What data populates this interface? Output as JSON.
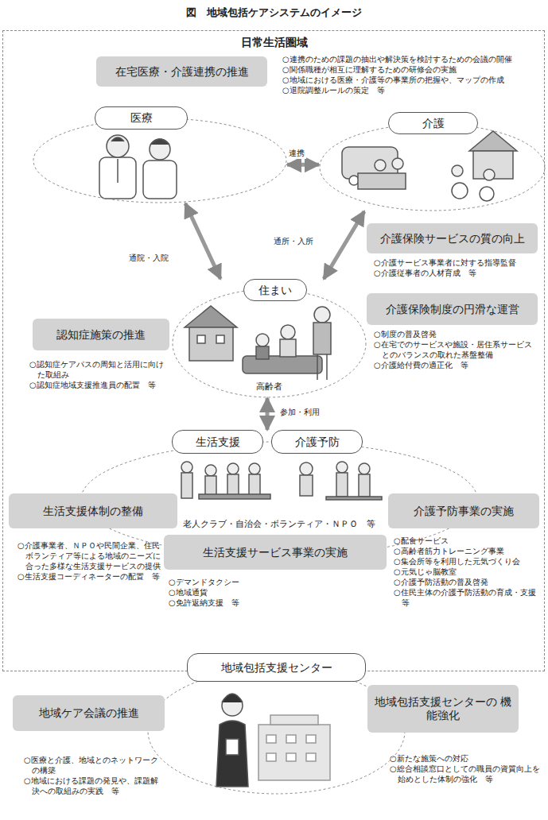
{
  "diagram": {
    "title": "図　地域包括ケアシステムのイメージ",
    "nodes": [
      {
        "text": [
          "日常生活圏域"
        ]
      },
      {
        "text": [
          "在宅医療・介護連携の推進"
        ],
        "in": 0
      },
      {
        "text": [
          "医療"
        ],
        "in": 0
      },
      {
        "text": [
          "介護"
        ],
        "in": 0
      },
      {
        "text": [
          "介護保険サービスの質の向上"
        ],
        "in": 0
      },
      {
        "text": [
          "住まい",
          "高齢者"
        ],
        "in": 0
      },
      {
        "text": [
          "介護保険制度の円滑な運営"
        ],
        "in": 0
      },
      {
        "text": [
          "認知症施策の推進"
        ],
        "in": 0
      },
      {
        "text": [
          "生活支援",
          "介護予防",
          "老人クラブ・自治会・ボランティア・ＮＰＯ　等"
        ],
        "in": 0
      },
      {
        "text": [
          "生活支援体制の整備"
        ],
        "in": 0
      },
      {
        "text": [
          "介護予防事業の実施"
        ],
        "in": 0
      },
      {
        "text": [
          "生活支援サービス事業の実施"
        ],
        "in": 0
      },
      {
        "text": [
          "地域包括支援センター"
        ]
      },
      {
        "text": [
          "地域ケア会議の推進"
        ]
      },
      {
        "text": [
          "地域包括支援センターの 機能強化"
        ]
      }
    ],
    "edges": [
      {
        "from": 2,
        "to": 3,
        "label": "連携",
        "arrow": "both"
      },
      {
        "from": 2,
        "to": 5,
        "label": "通院・入院",
        "arrow": "both"
      },
      {
        "from": 3,
        "to": 5,
        "label": "通所・入所",
        "arrow": "both"
      },
      {
        "from": 5,
        "to": 8,
        "label": "参加・利用",
        "arrow": "both"
      }
    ],
    "labels": [
      "○連携のための課題の抽出や解決策を検討するための会議の開催",
      "○関係職種が相互に理解するための研修会の実施",
      "○地域における医療・介護等の事業所の把握や、マップの作成",
      "○退院調整ルールの策定　等",
      "○介護サービス事業者に対する指導監督",
      "○介護従事者の人材育成　等",
      "○制度の普及啓発",
      "○在宅でのサービスや施設・居住系サービスとのバランスの取れた基盤整備",
      "○介護給付費の適正化　等",
      "○認知症ケアパスの周知と活用に向けた取組み",
      "○認知症地域支援推進員の配置　等",
      "○介護事業者、ＮＰＯや民間企業、住民ボランティア等による地域のニーズに合った多様な生活支援サービスの提供",
      "○生活支援コーディネーターの配置　等",
      "○デマンドタクシー",
      "○地域通貨",
      "○免許返納支援　等",
      "○配食サービス",
      "○高齢者筋力トレーニング事業",
      "○集会所等を利用した元気づくり会",
      "○元気じゃ脳教室",
      "○介護予防活動の普及啓発",
      "○住民主体の介護予防活動の育成・支援　等",
      "○医療と介護、地域とのネットワークの構築",
      "○地域における課題の発見や、課題解決への取組みの実践　等",
      "○新たな施策への対応",
      "○総合相談窓口としての職員の資質向上を始めとした体制の強化　等"
    ]
  }
}
